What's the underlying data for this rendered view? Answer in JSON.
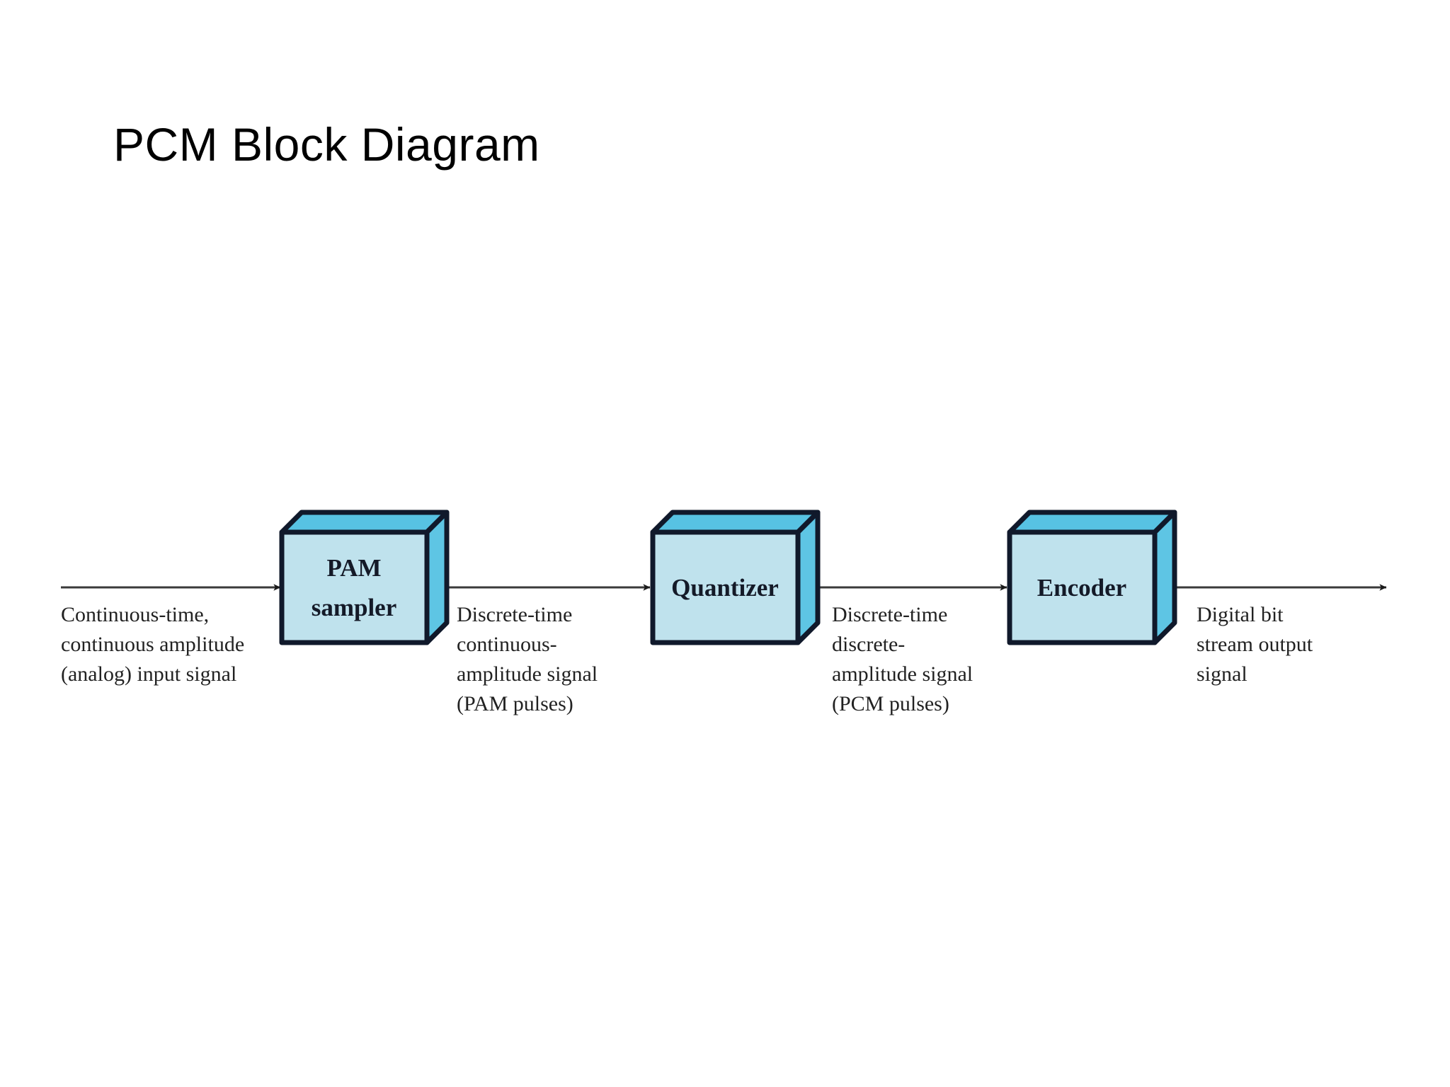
{
  "slide": {
    "title": "PCM Block Diagram",
    "background_color": "#ffffff"
  },
  "diagram": {
    "type": "block-diagram",
    "name": "pcm-signal-chain",
    "orientation": "left-to-right",
    "colors": {
      "block_front": "#bfe2ed",
      "block_top": "#57c2e3",
      "block_side": "#5ec5e4",
      "block_outline": "#10192b",
      "arrow": "#3a3a3a",
      "text": "#222222",
      "block_text": "#141a28"
    },
    "blocks": [
      {
        "id": "pam-sampler",
        "label_line1": "PAM",
        "label_line2": "sampler"
      },
      {
        "id": "quantizer",
        "label_line1": "Quantizer",
        "label_line2": ""
      },
      {
        "id": "encoder",
        "label_line1": "Encoder",
        "label_line2": ""
      }
    ],
    "captions": [
      {
        "id": "input-signal-caption",
        "lines": [
          "Continuous-time,",
          "continuous amplitude",
          "(analog) input signal"
        ]
      },
      {
        "id": "pam-output-caption",
        "lines": [
          "Discrete-time",
          "continuous-",
          "amplitude signal",
          "(PAM pulses)"
        ]
      },
      {
        "id": "quantizer-output-caption",
        "lines": [
          "Discrete-time",
          "discrete-",
          "amplitude signal",
          "(PCM pulses)"
        ]
      },
      {
        "id": "encoder-output-caption",
        "lines": [
          "Digital bit",
          "stream output",
          "signal"
        ]
      }
    ],
    "arrows": [
      {
        "id": "arrow-input-to-pam",
        "from": "input",
        "to": "pam-sampler"
      },
      {
        "id": "arrow-pam-to-quantizer",
        "from": "pam-sampler",
        "to": "quantizer"
      },
      {
        "id": "arrow-quantizer-to-encoder",
        "from": "quantizer",
        "to": "encoder"
      },
      {
        "id": "arrow-encoder-to-output",
        "from": "encoder",
        "to": "output"
      }
    ]
  }
}
